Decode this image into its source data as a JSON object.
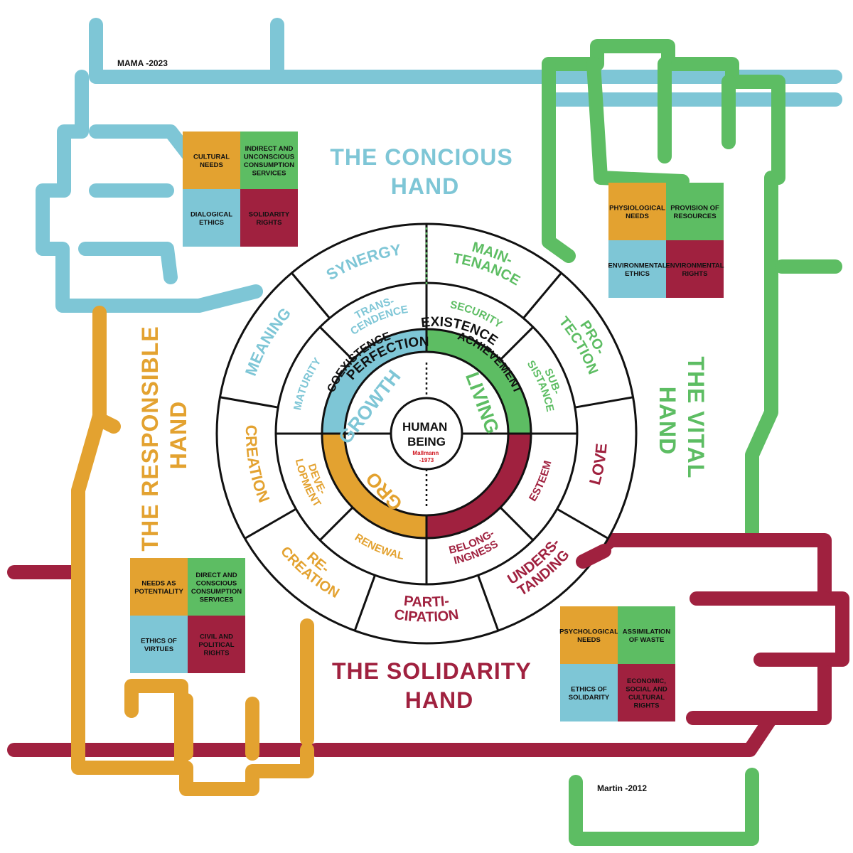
{
  "colors": {
    "blue": "#7ec6d6",
    "green": "#5dbd63",
    "orange": "#e3a230",
    "crimson": "#a0213f",
    "outline": "#111111"
  },
  "credits": {
    "top": "MAMA -2023",
    "bottom": "Martin -2012"
  },
  "hands": [
    {
      "id": "conscious",
      "color": "blue",
      "title_lines": [
        "THE CONCIOUS",
        "HAND"
      ]
    },
    {
      "id": "vital",
      "color": "green",
      "title_lines": [
        "THE VITAL",
        "HAND"
      ]
    },
    {
      "id": "solidarity",
      "color": "crimson",
      "title_lines": [
        "THE SOLIDARITY",
        "HAND"
      ]
    },
    {
      "id": "responsible",
      "color": "orange",
      "title_lines": [
        "THE RESPONSIBLE",
        "HAND"
      ]
    }
  ],
  "boxes": [
    {
      "id": "conscious",
      "cells": [
        {
          "color": "orange",
          "lines": [
            "CULTURAL",
            "NEEDS"
          ]
        },
        {
          "color": "green",
          "lines": [
            "INDIRECT AND",
            "UNCONSCIOUS",
            "CONSUMPTION",
            "SERVICES"
          ]
        },
        {
          "color": "blue",
          "lines": [
            "DIALOGICAL",
            "ETHICS"
          ]
        },
        {
          "color": "crimson",
          "lines": [
            "SOLIDARITY",
            "RIGHTS"
          ]
        }
      ]
    },
    {
      "id": "vital",
      "cells": [
        {
          "color": "orange",
          "lines": [
            "PHYSIOLOGICAL",
            "NEEDS"
          ]
        },
        {
          "color": "green",
          "lines": [
            "PROVISION OF",
            "RESOURCES"
          ]
        },
        {
          "color": "blue",
          "lines": [
            "ENVIRONMENTAL",
            "ETHICS"
          ]
        },
        {
          "color": "crimson",
          "lines": [
            "ENVIRONMENTAL",
            "RIGHTS"
          ]
        }
      ]
    },
    {
      "id": "responsible",
      "cells": [
        {
          "color": "orange",
          "lines": [
            "NEEDS AS",
            "POTENTIALITY"
          ]
        },
        {
          "color": "green",
          "lines": [
            "DIRECT AND",
            "CONSCIOUS",
            "CONSUMPTION",
            "SERVICES"
          ]
        },
        {
          "color": "blue",
          "lines": [
            "ETHICS OF",
            "VIRTUES"
          ]
        },
        {
          "color": "crimson",
          "lines": [
            "CIVIL AND",
            "POLITICAL",
            "RIGHTS"
          ]
        }
      ]
    },
    {
      "id": "solidarity",
      "cells": [
        {
          "color": "orange",
          "lines": [
            "PSYCHOLOGICAL",
            "NEEDS"
          ]
        },
        {
          "color": "green",
          "lines": [
            "ASSIMILATION",
            "OF WASTE"
          ]
        },
        {
          "color": "blue",
          "lines": [
            "ETHICS OF",
            "SOLIDARITY"
          ]
        },
        {
          "color": "crimson",
          "lines": [
            "ECONOMIC,",
            "SOCIAL AND",
            "CULTURAL",
            "RIGHTS"
          ]
        }
      ]
    }
  ],
  "wheel": {
    "center": {
      "lines": [
        "HUMAN",
        "BEING"
      ],
      "credit_lines": [
        "Mallmann",
        "-1973"
      ]
    },
    "ring1": [
      "GROWTH",
      "LIVING"
    ],
    "ring2": [
      {
        "text": "EXISTENCE",
        "color": "green"
      },
      {
        "text": "COEXISTENCE",
        "color": "crimson"
      },
      {
        "text": "ACHIEVEMENT",
        "color": "orange"
      },
      {
        "text": "PERFECTION",
        "color": "blue"
      }
    ],
    "ring3": [
      {
        "lines": [
          "SECURITY"
        ],
        "color": "green"
      },
      {
        "lines": [
          "SUB-",
          "SISTANCE"
        ],
        "color": "green"
      },
      {
        "lines": [
          "ESTEEM"
        ],
        "color": "crimson"
      },
      {
        "lines": [
          "BELONG-",
          "INGNESS"
        ],
        "color": "crimson"
      },
      {
        "lines": [
          "RENEWAL"
        ],
        "color": "orange"
      },
      {
        "lines": [
          "DEVE-",
          "LOPMENT"
        ],
        "color": "orange"
      },
      {
        "lines": [
          "MATURITY"
        ],
        "color": "blue"
      },
      {
        "lines": [
          "TRANS-",
          "CENDENCE"
        ],
        "color": "blue"
      }
    ],
    "ring4": [
      {
        "lines": [
          "MAIN-",
          "TENANCE"
        ],
        "color": "green"
      },
      {
        "lines": [
          "PRO-",
          "TECTION"
        ],
        "color": "green"
      },
      {
        "lines": [
          "LOVE"
        ],
        "color": "crimson"
      },
      {
        "lines": [
          "UNDERS-",
          "TANDING"
        ],
        "color": "crimson"
      },
      {
        "lines": [
          "PARTI-",
          "CIPATION"
        ],
        "color": "crimson"
      },
      {
        "lines": [
          "RE-",
          "CREATION"
        ],
        "color": "orange"
      },
      {
        "lines": [
          "CREATION"
        ],
        "color": "orange"
      },
      {
        "lines": [
          "MEANING"
        ],
        "color": "blue"
      },
      {
        "lines": [
          "SYNERGY"
        ],
        "color": "blue"
      }
    ]
  }
}
